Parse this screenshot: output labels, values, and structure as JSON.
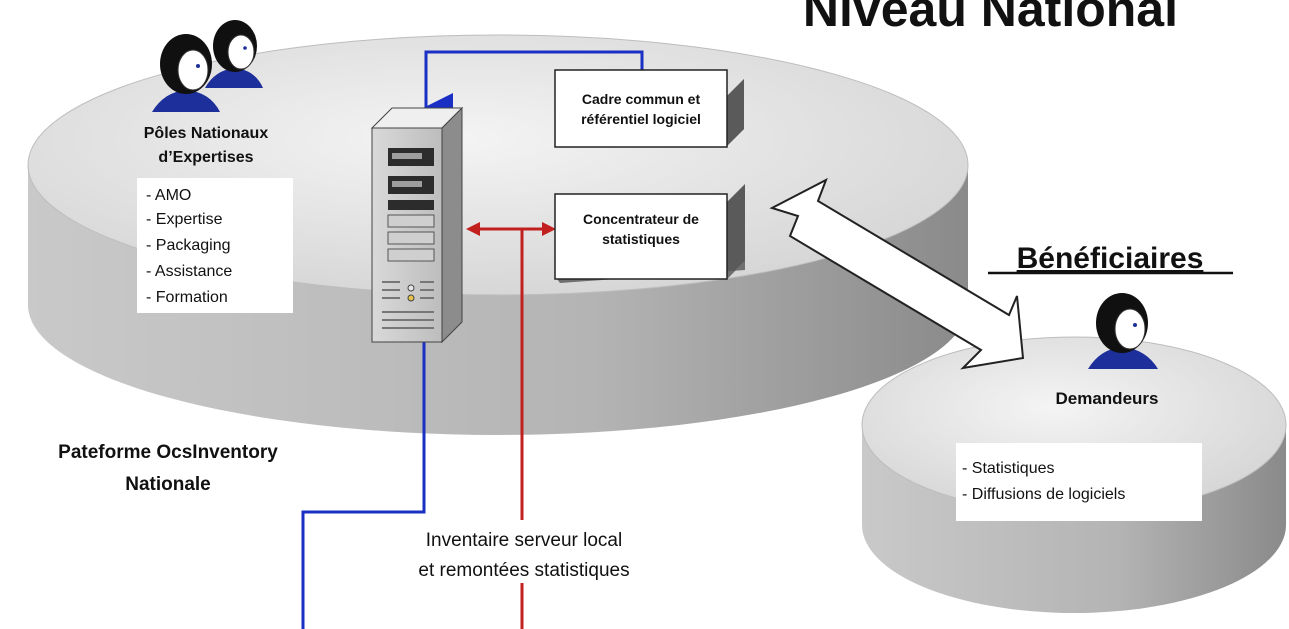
{
  "title": "Niveau National",
  "poles": {
    "label_line1": "Pôles Nationaux",
    "label_line2": "d’Expertises",
    "items": [
      "- AMO",
      "- Expertise",
      "- Packaging",
      "- Assistance",
      "- Formation"
    ]
  },
  "box_cadre": {
    "line1": "Cadre commun et",
    "line2": "référentiel logiciel"
  },
  "box_concentrateur": {
    "line1": "Concentrateur de",
    "line2": "statistiques"
  },
  "platform": {
    "line1": "Pateforme OcsInventory",
    "line2": "Nationale"
  },
  "inventory_caption": {
    "line1": "Inventaire serveur local",
    "line2": "et remontées statistiques"
  },
  "beneficiaires": {
    "heading": "Bénéficiaires",
    "group_label": "Demandeurs",
    "items": [
      "- Statistiques",
      "- Diffusions de logiciels"
    ]
  },
  "colors": {
    "flow_blue": "#1a2fc4",
    "flow_red": "#c21f1f",
    "disc_top": "#e6e6e6",
    "disc_side": "#9a9a9a",
    "box_side": "#6f6f6f"
  },
  "icons": [
    "person-icon",
    "server-tower-icon",
    "double-arrow-icon"
  ]
}
